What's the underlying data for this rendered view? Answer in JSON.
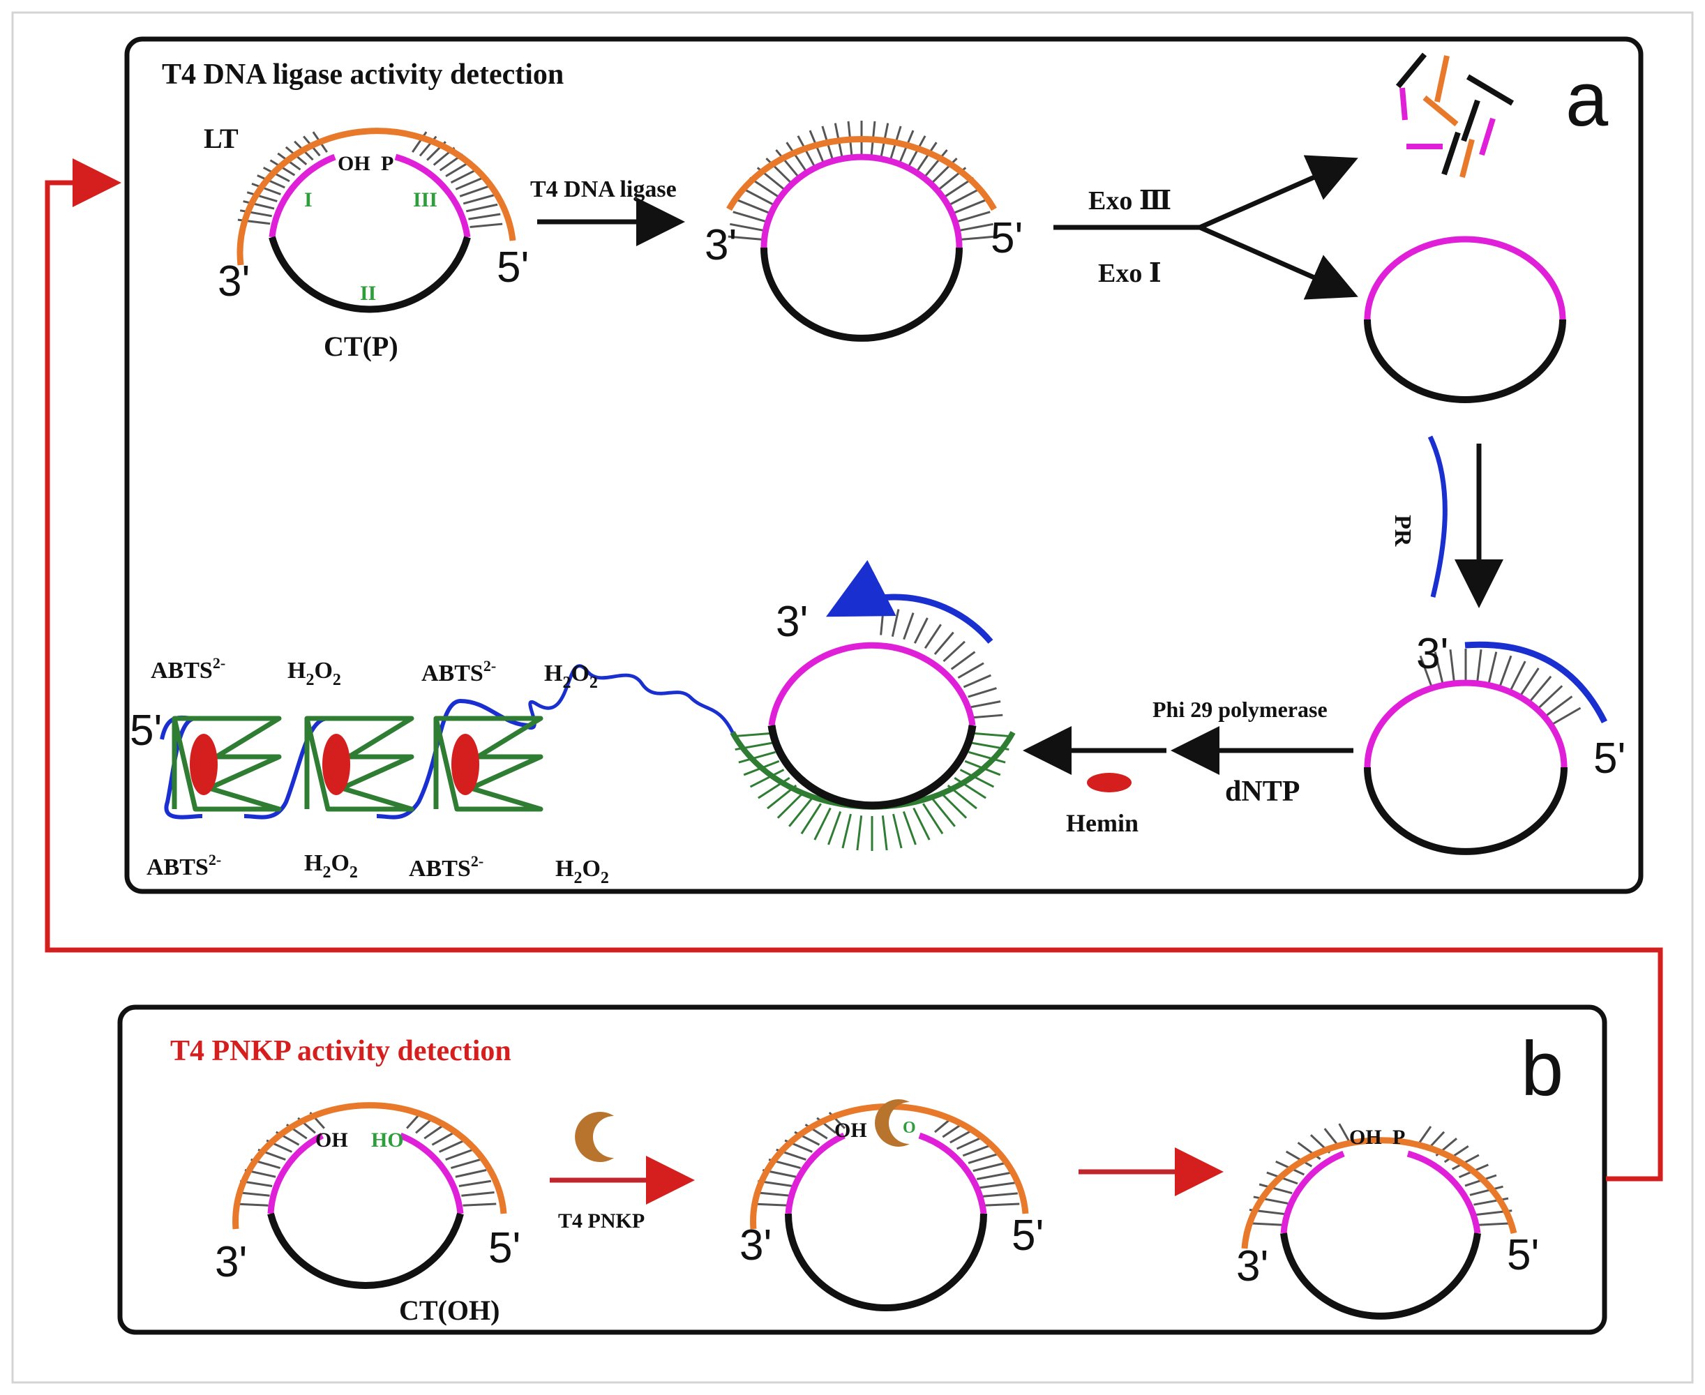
{
  "colors": {
    "orange": "#E8792B",
    "magenta": "#E020D8",
    "black": "#111111",
    "green_strand": "#2E7D32",
    "green_label": "#2E9E3C",
    "blue": "#1A2FD0",
    "red": "#D51F1F",
    "brown": "#B8742C",
    "hatch": "#555555"
  },
  "panel_a": {
    "title": "T4 DNA ligase activity detection",
    "letter": "a",
    "lt": "LT",
    "oh": "OH",
    "p": "P",
    "roman_1": "I",
    "roman_2": "II",
    "roman_3": "III",
    "end_3": "3'",
    "end_5": "5'",
    "ct": "CT(P)",
    "ligase": "T4 DNA ligase",
    "exo3": "Exo Ⅲ",
    "exo1": "Exo Ⅰ",
    "pr": "PR",
    "phi29": "Phi 29 polymerase",
    "dntp": "dNTP",
    "hemin": "Hemin",
    "abts": "ABTS",
    "abts_charge": "2-",
    "h2o2_h": "H",
    "h2o2_2": "2",
    "h2o2_o": "O"
  },
  "panel_b": {
    "title": "T4 PNKP activity detection",
    "letter": "b",
    "oh": "OH",
    "ho": "HO",
    "o": "O",
    "p": "P",
    "end_3": "3'",
    "end_5": "5'",
    "ct": "CT(OH)",
    "pnkp": "T4 PNKP"
  }
}
